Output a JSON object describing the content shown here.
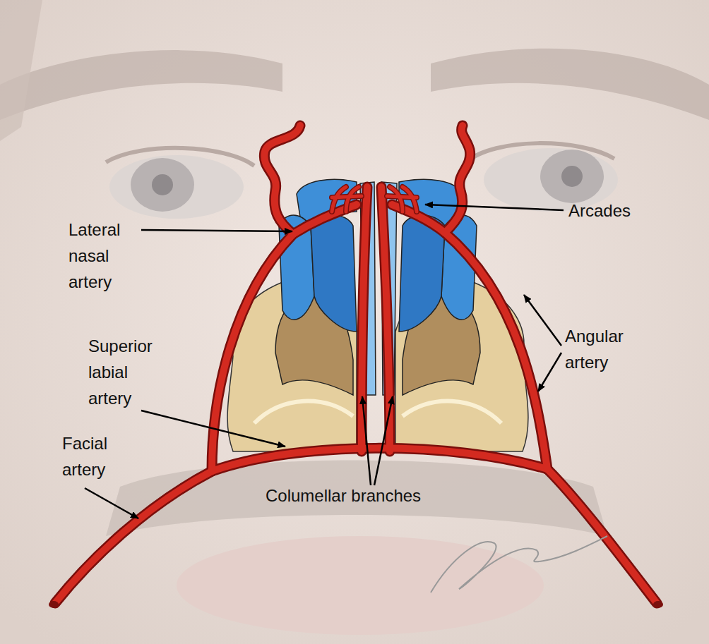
{
  "diagram": {
    "labels": [
      "Arcades",
      "Lateral nasal artery",
      "Superior labial artery",
      "Angular artery",
      "Facial artery",
      "Columellar branches"
    ]
  }
}
